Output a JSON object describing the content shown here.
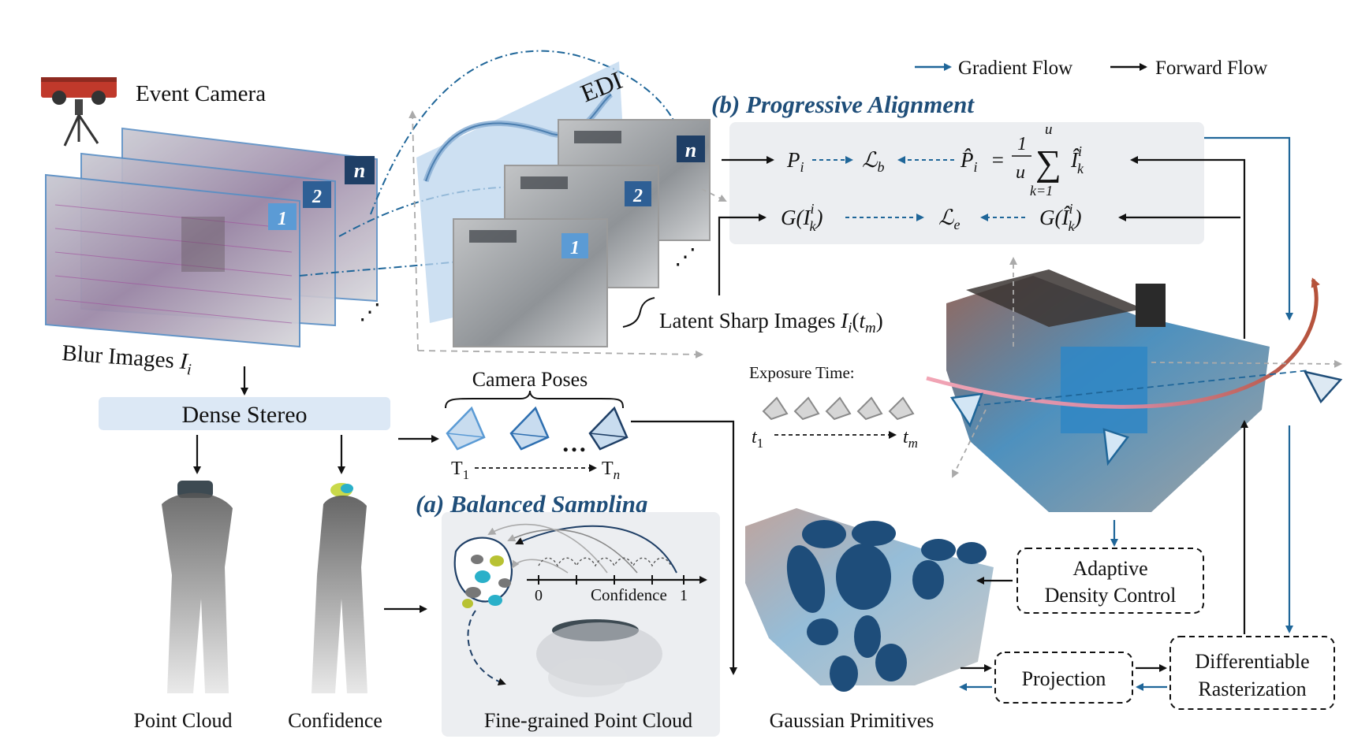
{
  "legend": {
    "gradient": "Gradient Flow",
    "forward": "Forward Flow"
  },
  "event_camera": "Event Camera",
  "blur_images": {
    "text": "Blur Images ",
    "var": "I",
    "sub": "i"
  },
  "frame_badges": [
    "1",
    "2",
    "n"
  ],
  "edi": "EDI",
  "latent": {
    "text": "Latent Sharp Images ",
    "var": "I",
    "sub": "i",
    "arg": "t",
    "argsub": "m"
  },
  "alignment": {
    "title": "(b) Progressive Alignment",
    "p": "P",
    "p_sub": "i",
    "lb": "ℒ",
    "lb_sub": "b",
    "phat": "P̂",
    "phat_sub": "i",
    "eq": "=",
    "frac_num": "1",
    "frac_den": "u",
    "sum": "∑",
    "sum_top": "u",
    "sum_bot": "k=1",
    "ihat": "Î",
    "ihat_sub": "k",
    "ihat_sup": "i",
    "g1": "G(I",
    "g1_sub": "k",
    "g1_sup": "i",
    "g_close": ")",
    "le": "ℒ",
    "le_sub": "e",
    "g2": "G(Î"
  },
  "dense_stereo": "Dense Stereo",
  "camera_poses": "Camera Poses",
  "t1": "T",
  "t1_sub": "1",
  "tn": "T",
  "tn_sub": "n",
  "exposure": "Exposure Time:",
  "exp_t1": "t",
  "exp_t1_sub": "1",
  "exp_tm": "t",
  "exp_tm_sub": "m",
  "balanced_sampling": {
    "title": "(a) Balanced Sampling",
    "axis_start": "0",
    "axis_label": "Confidence",
    "axis_end": "1",
    "caption": "Fine-grained Point Cloud"
  },
  "point_cloud": "Point Cloud",
  "confidence": "Confidence",
  "gaussian_primitives": "Gaussian Primitives",
  "adaptive": [
    "Adaptive",
    "Density Control"
  ],
  "projection": "Projection",
  "rasterization": [
    "Differentiable",
    "Rasterization"
  ],
  "colors": {
    "gradient": "#1f6699",
    "forward": "#111111",
    "title_blue": "#1f4e79",
    "panel_gray": "#eceef1",
    "stereo_box": "#dce8f5",
    "badge_light": "#5b9bd5",
    "badge_dark": "#1f3f66",
    "ellipse": "#1e4d7a"
  }
}
